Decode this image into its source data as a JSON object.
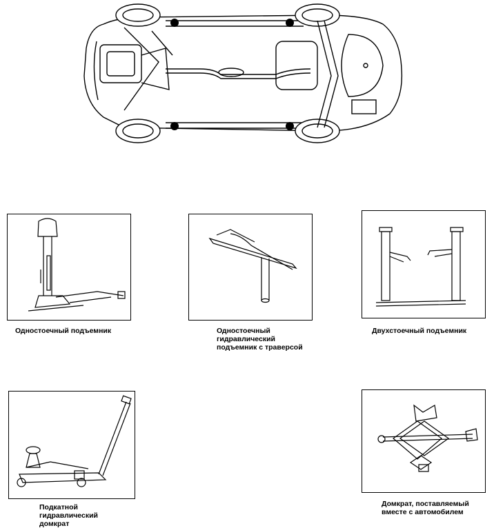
{
  "figure": {
    "captions": {
      "single_post_lift": "Одностоечный подъемник",
      "single_post_hydraulic_lift": "Одностоечный\nгидравлический\nподъемник с траверсой",
      "two_post_lift": "Двухстоечный подъемник",
      "trolley_jack": "Подкатной\nгидравлический\nдомкрат",
      "vehicle_jack": "Домкрат, поставляемый\nвместе с автомобилем"
    },
    "colors": {
      "line": "#000000",
      "background": "#ffffff"
    },
    "markers": {
      "lift_points_count": 4
    }
  }
}
